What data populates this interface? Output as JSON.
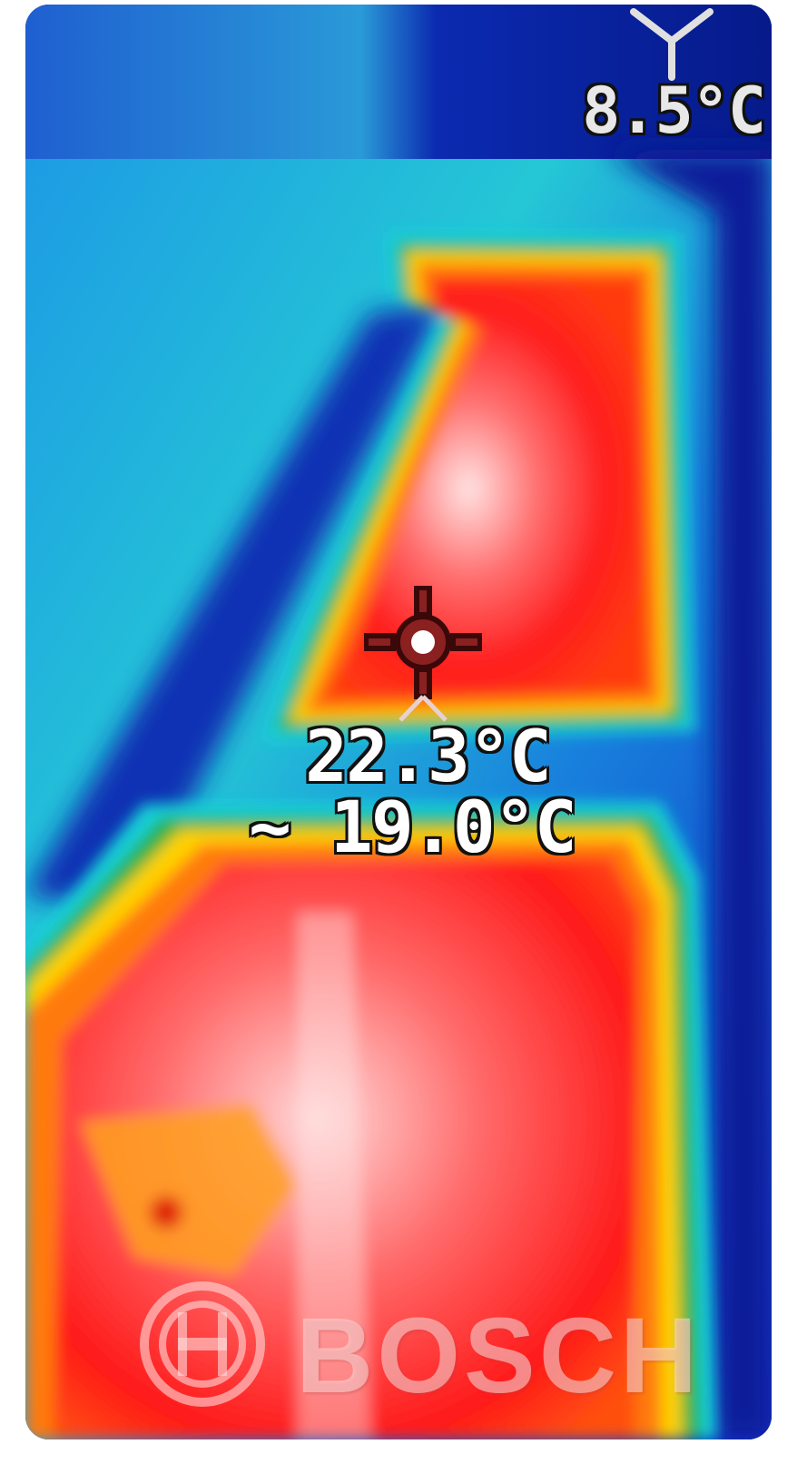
{
  "readings": {
    "corner_temp": "8.5°C",
    "spot_temp": "22.3°C",
    "average_temp": "~ 19.0°C"
  },
  "watermark": {
    "brand": "BOSCH",
    "logo_icon": "bosch-armature-logo-icon"
  },
  "icons": {
    "spot_marker": "crosshair-icon",
    "corner_marker": "corner-marker-icon"
  },
  "palette": {
    "cold": "#0a1aa0",
    "cool": "#00c8e6",
    "mild": "#20b040",
    "warm": "#ffd000",
    "hot": "#ff2020",
    "hottest": "#ffe6e6"
  }
}
